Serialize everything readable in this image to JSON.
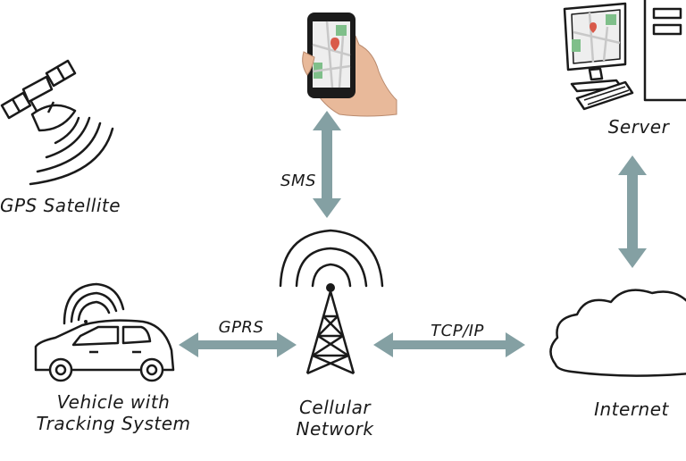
{
  "nodes": {
    "gps_satellite": "GPS Satellite",
    "server": "Server",
    "vehicle_line1": "Vehicle with",
    "vehicle_line2": "Tracking System",
    "cellular_line1": "Cellular",
    "cellular_line2": "Network",
    "internet": "Internet"
  },
  "links": {
    "sms": "SMS",
    "gprs": "GPRS",
    "tcp_ip": "TCP/IP"
  },
  "colors": {
    "arrow": "#84a0a3",
    "ink": "#1a1a1a",
    "map_green": "#7fbf8a",
    "map_marker": "#d95a4a"
  }
}
